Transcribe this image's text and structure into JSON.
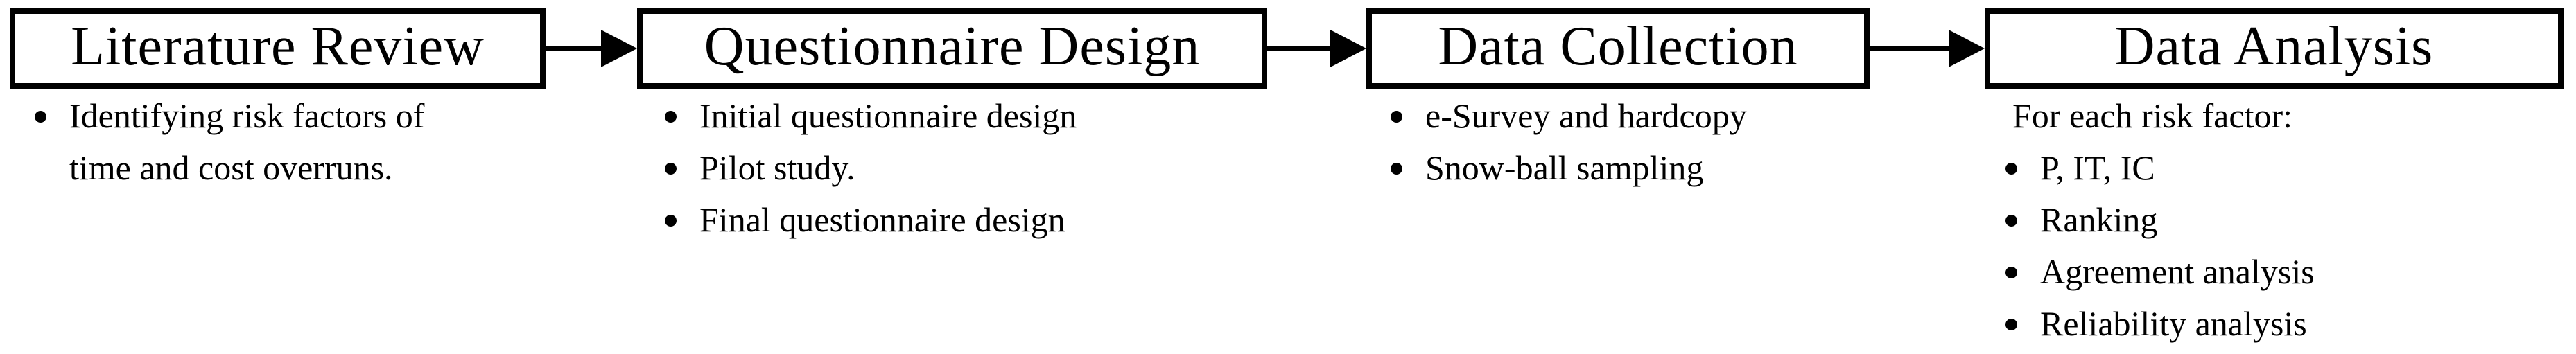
{
  "diagram": {
    "colors": {
      "text": "#000000",
      "border": "#000000",
      "background": "#ffffff"
    },
    "columns": [
      {
        "title": "Literature Review",
        "items": [
          "Identifying risk factors of\ntime and cost overruns."
        ]
      },
      {
        "title": "Questionnaire Design",
        "items": [
          "Initial questionnaire design",
          "Pilot study.",
          "Final questionnaire design"
        ]
      },
      {
        "title": "Data Collection",
        "items": [
          "e-Survey and hardcopy",
          "Snow-ball sampling"
        ]
      },
      {
        "title": "Data Analysis",
        "lead": "For each risk factor:",
        "items": [
          "P, IT, IC",
          "Ranking",
          "Agreement analysis",
          "Reliability analysis"
        ]
      }
    ]
  }
}
